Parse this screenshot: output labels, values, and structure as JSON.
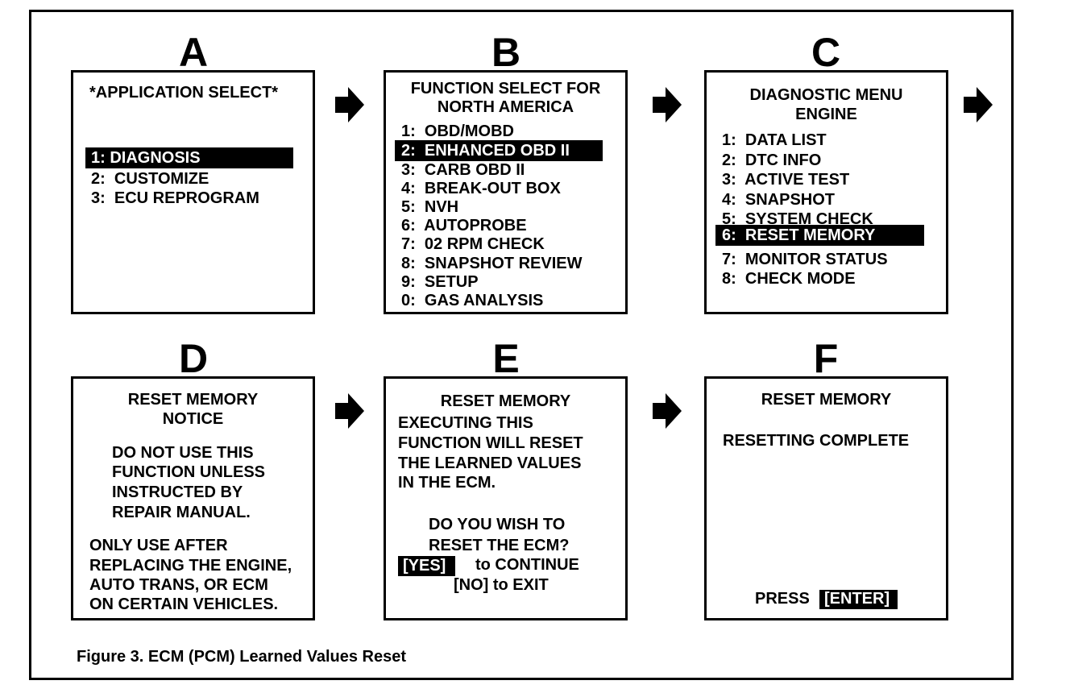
{
  "letters": {
    "a": "A",
    "b": "B",
    "c": "C",
    "d": "D",
    "e": "E",
    "f": "F"
  },
  "panel_a": {
    "title": "*APPLICATION SELECT*",
    "items": [
      "1: DIAGNOSIS",
      "2:  CUSTOMIZE",
      "3:  ECU REPROGRAM"
    ],
    "highlighted_index": 0
  },
  "panel_b": {
    "title_line1": "FUNCTION SELECT FOR",
    "title_line2": "NORTH AMERICA",
    "items": [
      "1:  OBD/MOBD",
      "2:  ENHANCED OBD II",
      "3:  CARB OBD II",
      "4:  BREAK-OUT BOX",
      "5:  NVH",
      "6:  AUTOPROBE",
      "7:  02 RPM CHECK",
      "8:  SNAPSHOT REVIEW",
      "9:  SETUP",
      "0:  GAS ANALYSIS"
    ],
    "highlighted_index": 1
  },
  "panel_c": {
    "title_line1": "DIAGNOSTIC MENU",
    "title_line2": "ENGINE",
    "items": [
      "1:  DATA LIST",
      "2:  DTC INFO",
      "3:  ACTIVE TEST",
      "4:  SNAPSHOT",
      "5:  SYSTEM CHECK",
      "6:  RESET MEMORY",
      "7:  MONITOR STATUS",
      "8:  CHECK MODE"
    ],
    "highlighted_index": 5
  },
  "panel_d": {
    "title_line1": "RESET MEMORY",
    "title_line2": "NOTICE",
    "para1": [
      "DO NOT USE THIS",
      "FUNCTION UNLESS",
      "INSTRUCTED BY",
      "REPAIR MANUAL."
    ],
    "para2": [
      "ONLY USE AFTER",
      "REPLACING THE ENGINE,",
      "AUTO TRANS, OR ECM",
      "ON CERTAIN VEHICLES."
    ]
  },
  "panel_e": {
    "title": "RESET MEMORY",
    "para1": [
      "EXECUTING THIS",
      "FUNCTION WILL RESET",
      "THE LEARNED VALUES",
      "IN THE ECM."
    ],
    "question_line1": "DO YOU WISH TO",
    "question_line2": "RESET THE ECM?",
    "yes_key": "[YES]",
    "yes_text": "to CONTINUE",
    "no_line": "[NO] to EXIT"
  },
  "panel_f": {
    "title": "RESET MEMORY",
    "status": "RESETTING COMPLETE",
    "press_label": "PRESS",
    "enter_key": "[ENTER]"
  },
  "caption": "Figure 3. ECM (PCM) Learned Values Reset",
  "colors": {
    "ink": "#000000",
    "paper": "#ffffff"
  }
}
